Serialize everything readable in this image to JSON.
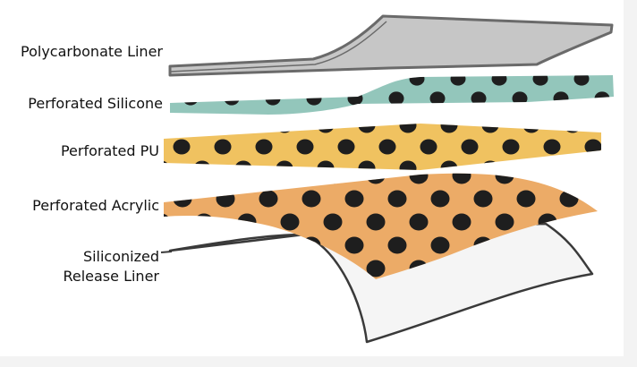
{
  "layers": [
    {
      "id": "polycarbonate",
      "label": "Polycarbonate Liner",
      "color": "#c6c6c6",
      "edge": "#6a6a6a",
      "perforated": false
    },
    {
      "id": "silicone",
      "label": "Perforated Silicone",
      "color": "#93c6bb",
      "edge": "#7fb0a6",
      "perforated": true
    },
    {
      "id": "pu",
      "label": "Perforated PU",
      "color": "#f0c260",
      "edge": "#d9a843",
      "perforated": true
    },
    {
      "id": "acrylic",
      "label": "Perforated Acrylic",
      "color": "#ecab67",
      "edge": "#d89450",
      "perforated": true
    },
    {
      "id": "release",
      "label_lines": [
        "Siliconized",
        "Release Liner"
      ],
      "color": "#f5f5f5",
      "edge": "#3a3a3a",
      "perforated": false
    }
  ],
  "dot_color": "#1e1e1e"
}
